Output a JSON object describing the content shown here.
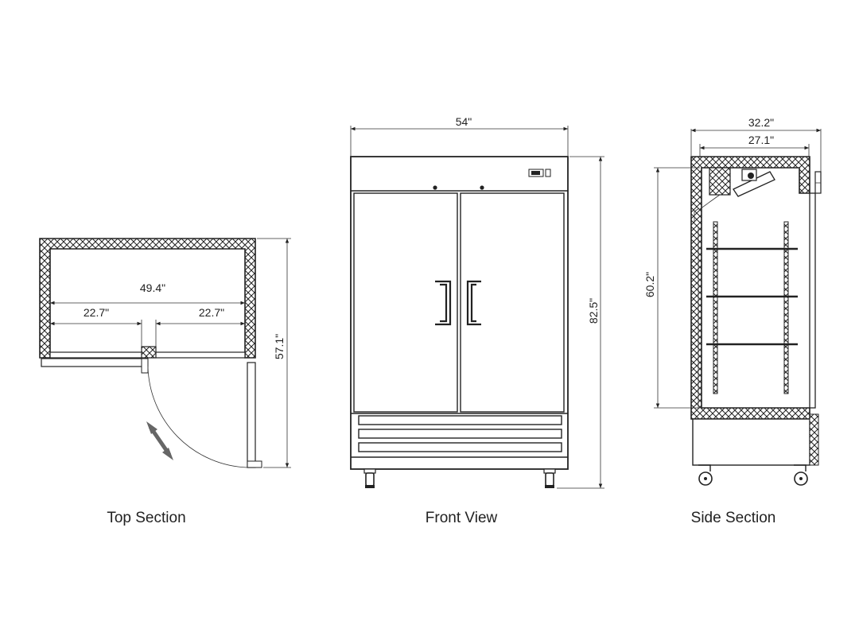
{
  "views": {
    "top_section": {
      "caption": "Top Section",
      "dim_width": "49.4\"",
      "dim_left": "22.7\"",
      "dim_right": "22.7\"",
      "dim_depth": "57.1\""
    },
    "front_view": {
      "caption": "Front View",
      "dim_width": "54\"",
      "dim_height": "82.5\""
    },
    "side_section": {
      "caption": "Side Section",
      "dim_outer_depth": "32.2\"",
      "dim_inner_depth": "27.1\"",
      "dim_inner_height": "60.2\""
    }
  }
}
